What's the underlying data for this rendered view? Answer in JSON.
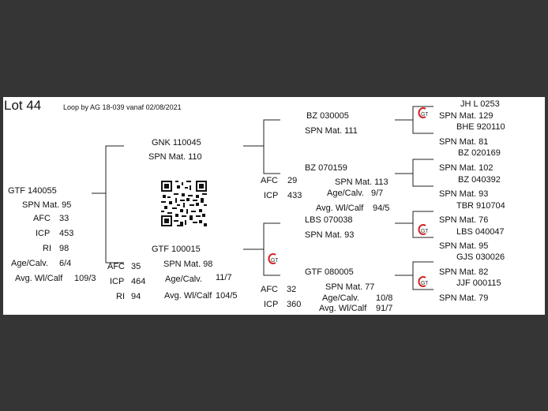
{
  "header": {
    "lot": "Lot 44",
    "subtitle": "Loop by AG 18-039 vanaf 02/08/2021"
  },
  "animal": {
    "id": "GTF 140055",
    "spn": "SPN Mat. 95",
    "afc_label": "AFC",
    "afc": "33",
    "icp_label": "ICP",
    "icp": "453",
    "ri_label": "RI",
    "ri": "98",
    "age_label": "Age/Calv.",
    "age": "6/4",
    "avg_label": "Avg. Wl/Calf",
    "avg": "109/3"
  },
  "sire": {
    "id": "GNK 110045",
    "spn": "SPN Mat. 110"
  },
  "dam": {
    "id": "GTF 100015",
    "spn": "SPN Mat. 98",
    "afc_label": "AFC",
    "afc": "35",
    "icp_label": "ICP",
    "icp": "464",
    "ri_label": "RI",
    "ri": "94",
    "age_label": "Age/Calv.",
    "age": "11/7",
    "avg_label": "Avg. Wl/Calf",
    "avg": "104/5"
  },
  "sire_sire": {
    "id": "BZ  030005",
    "spn": "SPN Mat. 111"
  },
  "sire_dam": {
    "id": "BZ  070159",
    "spn": "SPN Mat. 113",
    "afc_label": "AFC",
    "afc": "29",
    "icp_label": "ICP",
    "icp": "433",
    "age_label": "Age/Calv.",
    "age": "9/7",
    "avg_label": "Avg. Wl/Calf",
    "avg": "94/5"
  },
  "dam_sire": {
    "id": "LBS 070038",
    "spn": "SPN Mat. 93"
  },
  "dam_dam": {
    "id": "GTF 080005",
    "spn": "SPN Mat. 77",
    "afc_label": "AFC",
    "afc": "32",
    "icp_label": "ICP",
    "icp": "360",
    "age_label": "Age/Calv.",
    "age": "10/8",
    "avg_label": "Avg. Wl/Calf",
    "avg": "91/7"
  },
  "gen3": [
    {
      "id": "JH  L 0253",
      "spn": "SPN Mat. 129"
    },
    {
      "id": "BHE 920110",
      "spn": "SPN Mat. 81"
    },
    {
      "id": "BZ  020169",
      "spn": "SPN Mat. 102"
    },
    {
      "id": "BZ  040392",
      "spn": "SPN Mat. 93"
    },
    {
      "id": "TBR 910704",
      "spn": "SPN Mat. 76"
    },
    {
      "id": "LBS 040047",
      "spn": "SPN Mat. 95"
    },
    {
      "id": "GJS 030026",
      "spn": "SPN Mat. 82"
    },
    {
      "id": "JJF 000115",
      "spn": "SPN Mat. 79"
    }
  ],
  "logo_text": "GT",
  "colors": {
    "background": "#353535",
    "sheet": "#ffffff",
    "logo": "#d02020"
  }
}
